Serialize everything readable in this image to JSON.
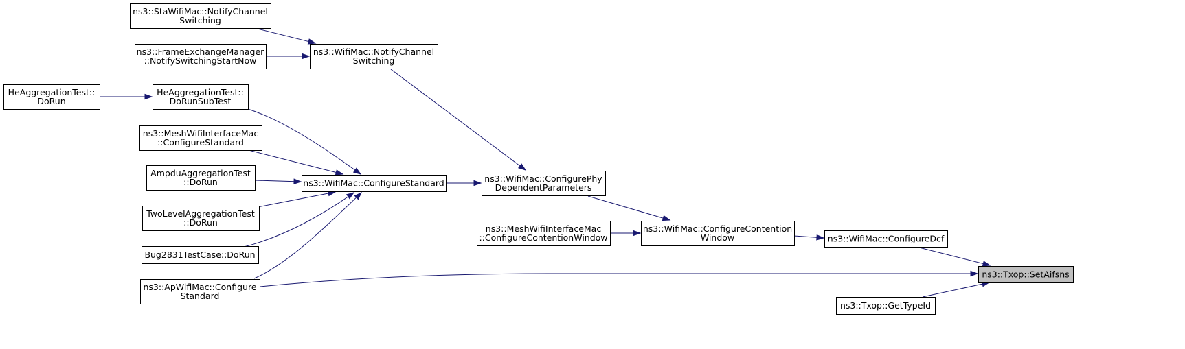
{
  "colors": {
    "edge": "#191970",
    "highlight_fill": "#bfbfbf",
    "node_fill": "#ffffff",
    "node_border": "#000000"
  },
  "nodes": [
    {
      "id": "sta_notify",
      "lines": [
        "ns3::StaWifiMac::NotifyChannel",
        "Switching"
      ]
    },
    {
      "id": "fem_notify",
      "lines": [
        "ns3::FrameExchangeManager",
        "::NotifySwitchingStartNow"
      ]
    },
    {
      "id": "wm_notify",
      "lines": [
        "ns3::WifiMac::NotifyChannel",
        "Switching"
      ]
    },
    {
      "id": "he_dorun",
      "lines": [
        "HeAggregationTest::",
        "DoRun"
      ]
    },
    {
      "id": "he_dorunsub",
      "lines": [
        "HeAggregationTest::",
        "DoRunSubTest"
      ]
    },
    {
      "id": "mesh_cfgstd",
      "lines": [
        "ns3::MeshWifiInterfaceMac",
        "::ConfigureStandard"
      ]
    },
    {
      "id": "ampdu",
      "lines": [
        "AmpduAggregationTest",
        "::DoRun"
      ]
    },
    {
      "id": "twolevel",
      "lines": [
        "TwoLevelAggregationTest",
        "::DoRun"
      ]
    },
    {
      "id": "bug2831",
      "lines": [
        "Bug2831TestCase::DoRun"
      ]
    },
    {
      "id": "ap_cfgstd",
      "lines": [
        "ns3::ApWifiMac::Configure",
        "Standard"
      ]
    },
    {
      "id": "wm_cfgstd",
      "lines": [
        "ns3::WifiMac::ConfigureStandard"
      ]
    },
    {
      "id": "wm_cfgphy",
      "lines": [
        "ns3::WifiMac::ConfigurePhy",
        "DependentParameters"
      ]
    },
    {
      "id": "mesh_cfgcw",
      "lines": [
        "ns3::MeshWifiInterfaceMac",
        "::ConfigureContentionWindow"
      ]
    },
    {
      "id": "wm_cfgcw",
      "lines": [
        "ns3::WifiMac::ConfigureContention",
        "Window"
      ]
    },
    {
      "id": "wm_cfgdcf",
      "lines": [
        "ns3::WifiMac::ConfigureDcf"
      ]
    },
    {
      "id": "txop_setaifsn",
      "lines": [
        "ns3::Txop::SetAifsns"
      ],
      "highlight": true
    },
    {
      "id": "txop_gettypeid",
      "lines": [
        "ns3::Txop::GetTypeId"
      ]
    }
  ],
  "edges": [
    {
      "from": "sta_notify",
      "to": "wm_notify"
    },
    {
      "from": "fem_notify",
      "to": "wm_notify"
    },
    {
      "from": "wm_notify",
      "to": "wm_cfgphy"
    },
    {
      "from": "he_dorun",
      "to": "he_dorunsub"
    },
    {
      "from": "he_dorunsub",
      "to": "wm_cfgstd"
    },
    {
      "from": "mesh_cfgstd",
      "to": "wm_cfgstd"
    },
    {
      "from": "ampdu",
      "to": "wm_cfgstd"
    },
    {
      "from": "twolevel",
      "to": "wm_cfgstd"
    },
    {
      "from": "bug2831",
      "to": "wm_cfgstd"
    },
    {
      "from": "ap_cfgstd",
      "to": "wm_cfgstd"
    },
    {
      "from": "wm_cfgstd",
      "to": "wm_cfgphy"
    },
    {
      "from": "wm_cfgphy",
      "to": "wm_cfgcw"
    },
    {
      "from": "mesh_cfgcw",
      "to": "wm_cfgcw"
    },
    {
      "from": "wm_cfgcw",
      "to": "wm_cfgdcf"
    },
    {
      "from": "wm_cfgdcf",
      "to": "txop_setaifsn"
    },
    {
      "from": "ap_cfgstd",
      "to": "txop_setaifsn"
    },
    {
      "from": "txop_gettypeid",
      "to": "txop_setaifsn"
    }
  ]
}
